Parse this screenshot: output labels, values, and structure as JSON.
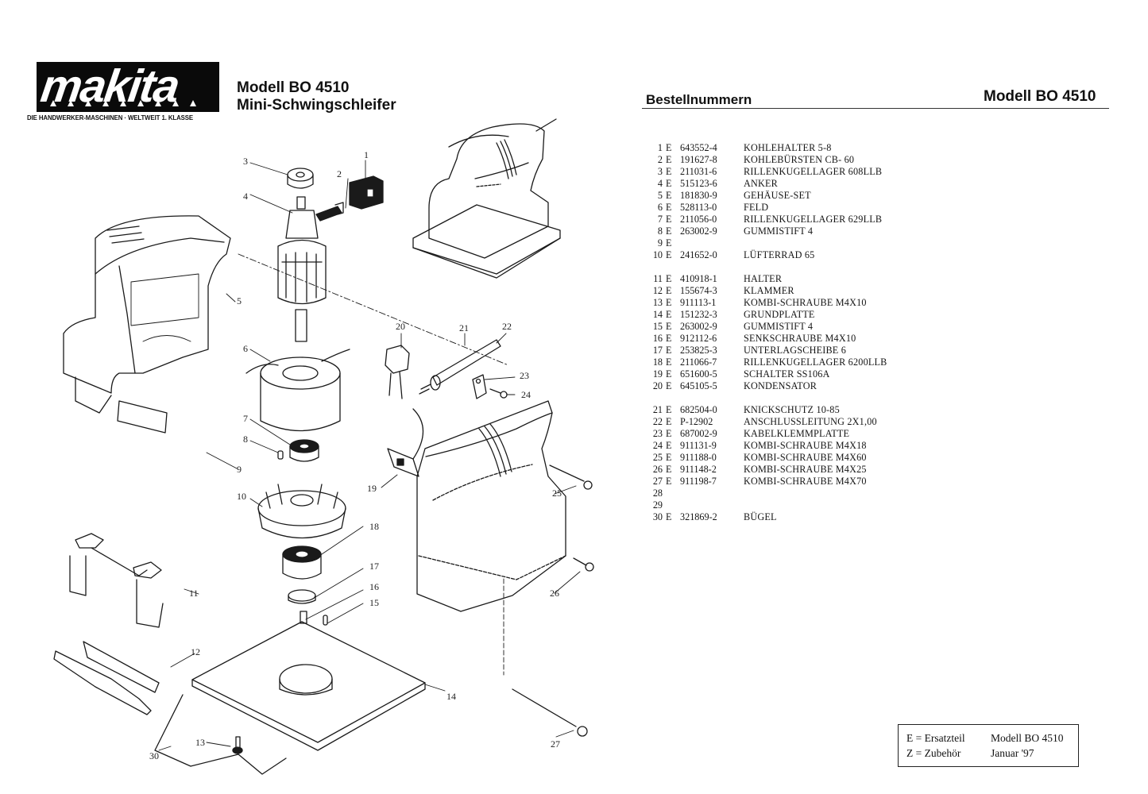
{
  "header": {
    "logo_text": "makita",
    "tagline": "DIE HANDWERKER-MASCHINEN · WELTWEIT 1. KLASSE",
    "model": "Modell  BO  4510",
    "subtitle": "Mini-Schwingschleifer"
  },
  "parts_header": {
    "title": "Bestellnummern",
    "model": "Modell BO 4510"
  },
  "parts": [
    {
      "no": "1",
      "flag": "E",
      "code": "643552-4",
      "desc": "KOHLEHALTER 5-8"
    },
    {
      "no": "2",
      "flag": "E",
      "code": "191627-8",
      "desc": "KOHLEBÜRSTEN CB- 60"
    },
    {
      "no": "3",
      "flag": "E",
      "code": "211031-6",
      "desc": "RILLENKUGELLAGER 608LLB"
    },
    {
      "no": "4",
      "flag": "E",
      "code": "515123-6",
      "desc": "ANKER"
    },
    {
      "no": "5",
      "flag": "E",
      "code": "181830-9",
      "desc": "GEHÄUSE-SET"
    },
    {
      "no": "6",
      "flag": "E",
      "code": "528113-0",
      "desc": "FELD"
    },
    {
      "no": "7",
      "flag": "E",
      "code": "211056-0",
      "desc": "RILLENKUGELLAGER 629LLB"
    },
    {
      "no": "8",
      "flag": "E",
      "code": "263002-9",
      "desc": "GUMMISTIFT 4"
    },
    {
      "no": "9",
      "flag": "E",
      "code": "",
      "desc": ""
    },
    {
      "no": "10",
      "flag": "E",
      "code": "241652-0",
      "desc": "LÜFTERRAD 65"
    },
    {
      "no": "11",
      "flag": "E",
      "code": "410918-1",
      "desc": "HALTER"
    },
    {
      "no": "12",
      "flag": "E",
      "code": "155674-3",
      "desc": "KLAMMER"
    },
    {
      "no": "13",
      "flag": "E",
      "code": "911113-1",
      "desc": "KOMBI-SCHRAUBE M4X10"
    },
    {
      "no": "14",
      "flag": "E",
      "code": "151232-3",
      "desc": "GRUNDPLATTE"
    },
    {
      "no": "15",
      "flag": "E",
      "code": "263002-9",
      "desc": "GUMMISTIFT 4"
    },
    {
      "no": "16",
      "flag": "E",
      "code": "912112-6",
      "desc": "SENKSCHRAUBE M4X10"
    },
    {
      "no": "17",
      "flag": "E",
      "code": "253825-3",
      "desc": "UNTERLAGSCHEIBE 6"
    },
    {
      "no": "18",
      "flag": "E",
      "code": "211066-7",
      "desc": "RILLENKUGELLAGER 6200LLB"
    },
    {
      "no": "19",
      "flag": "E",
      "code": "651600-5",
      "desc": "SCHALTER SS106A"
    },
    {
      "no": "20",
      "flag": "E",
      "code": "645105-5",
      "desc": "KONDENSATOR"
    },
    {
      "no": "21",
      "flag": "E",
      "code": "682504-0",
      "desc": "KNICKSCHUTZ 10-85"
    },
    {
      "no": "22",
      "flag": "E",
      "code": "P-12902",
      "desc": "ANSCHLUSSLEITUNG 2X1,00"
    },
    {
      "no": "23",
      "flag": "E",
      "code": "687002-9",
      "desc": "KABELKLEMMPLATTE"
    },
    {
      "no": "24",
      "flag": "E",
      "code": "911131-9",
      "desc": "KOMBI-SCHRAUBE M4X18"
    },
    {
      "no": "25",
      "flag": "E",
      "code": "911188-0",
      "desc": "KOMBI-SCHRAUBE M4X60"
    },
    {
      "no": "26",
      "flag": "E",
      "code": "911148-2",
      "desc": "KOMBI-SCHRAUBE M4X25"
    },
    {
      "no": "27",
      "flag": "E",
      "code": "911198-7",
      "desc": "KOMBI-SCHRAUBE M4X70"
    },
    {
      "no": "28",
      "flag": "",
      "code": "",
      "desc": ""
    },
    {
      "no": "29",
      "flag": "",
      "code": "",
      "desc": ""
    },
    {
      "no": "30",
      "flag": "E",
      "code": "321869-2",
      "desc": "BÜGEL"
    }
  ],
  "legend": {
    "e_label": "E = Ersatzteil",
    "z_label": "Z = Zubehör",
    "model": "Modell BO 4510",
    "date": "Januar '97"
  },
  "diagram": {
    "callouts": [
      "1",
      "2",
      "3",
      "4",
      "5",
      "6",
      "7",
      "8",
      "9",
      "10",
      "11",
      "12",
      "13",
      "14",
      "15",
      "16",
      "17",
      "18",
      "19",
      "20",
      "21",
      "22",
      "23",
      "24",
      "25",
      "26",
      "27",
      "30"
    ]
  }
}
